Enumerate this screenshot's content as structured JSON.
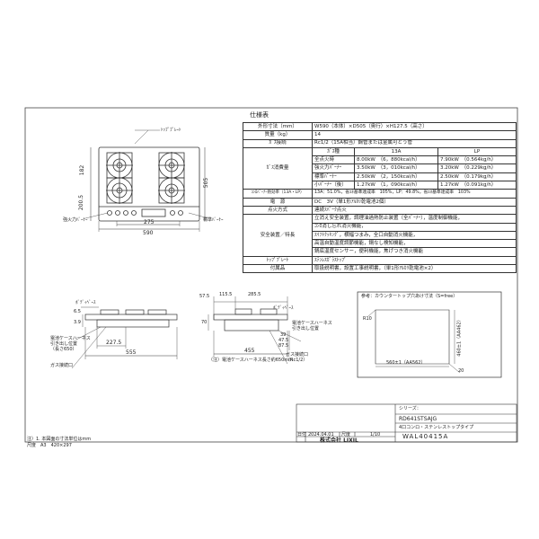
{
  "spec": {
    "title": "仕様表",
    "rows": {
      "dimensions": {
        "label": "外形寸法（mm）",
        "value": "W590（本体）×D505（奥行）×H127.5（高さ）"
      },
      "weight": {
        "label": "質量（kg）",
        "value": "14"
      },
      "gas_connection": {
        "label": "ｶﾞｽ接続",
        "value": "Rc1/2（15A相当）鋼管または金属可とう管"
      },
      "gas_type_label": "ｶﾞｽ種",
      "gas_13a": "13A",
      "gas_lp": "LP",
      "consumption_label": "ｶﾞｽ消費量",
      "consumption": [
        {
          "label": "全点火時",
          "a13": "8.00kW　（6，880kcal/h）",
          "lp": "7.90kW　（0.564kg/h）"
        },
        {
          "label": "強火力ﾊﾞｰﾅｰ",
          "a13": "3.50kW　（3，010kcal/h）",
          "lp": "3.20kW　（0.229kg/h）"
        },
        {
          "label": "標準ﾊﾞｰﾅｰ",
          "a13": "2.50kW　（2，150kcal/h）",
          "lp": "2.50kW　（0.179kg/h）"
        },
        {
          "label": "小ﾊﾞｰﾅｰ（後）",
          "a13": "1.27kW　（1，090kcal/h）",
          "lp": "1.27kW　（0.091kg/h）"
        }
      ],
      "efficiency": {
        "label": "ｺﾝﾛﾊﾞｰﾅｰ熱効率（13A・LP）",
        "value": "13A：51.0%，省ｴﾈ基準達成率　105%，LP：49.8%，省ｴﾈ基準達成率　103%"
      },
      "power": {
        "label": "電　源",
        "value": "DC　3V（単1形ｱﾙｶﾘ乾電池2個）"
      },
      "ignition": {
        "label": "点火方式",
        "value": "連続ｽﾊﾟｰｸ点火"
      },
      "safety": {
        "label": "安全装置／特長",
        "lines": [
          "立消え安全装置，調理油過熱防止装置（全ﾊﾞｰﾅｰ），温度制御機能，",
          "ｺﾝﾛ消し忘れ消火機能，",
          "ｽｲﾌﾄｸｯｷﾝｸﾞ，横幅つまみ，全口自動消火機能，",
          "高温自動温度調節機能，鍋なし検知機能，",
          "鍋底温度センサー，便利機能，焦げつき消火機能"
        ]
      },
      "trivet": {
        "label": "ﾄｯﾌﾟﾌﾟﾚｰﾄ",
        "value": "ｽﾃﾝﾚｽｶﾞﾗｽﾄｯﾌﾟ"
      },
      "accessories": {
        "label": "付属品",
        "value": "取扱説明書，設置工事説明書，（単1形ｱﾙｶﾘ乾電池×2）"
      }
    }
  },
  "plan_view": {
    "dim_top_plate": "ﾄｯﾌﾟﾌﾟﾚｰﾄ",
    "dim_182": "182",
    "dim_200_5": "200.5",
    "dim_505": "505",
    "dim_275": "275",
    "dim_590": "590",
    "label_strong": "強火力ﾊﾞｰﾅｰ",
    "label_standard": "標準ﾊﾞｰﾅｰ"
  },
  "front_view": {
    "label_left_top": "ﾎﾞﾃﾞｨﾍﾞｰｽ",
    "dim_6_5": "6.5",
    "dim_3_9": "3.9",
    "dim_227_5": "227.5",
    "dim_555": "555",
    "battery_harness": "電池ケースハーネス",
    "harness_pull": "引き出し位置",
    "harness_len": "（長さ650）",
    "gas_conn_pos": "ガス接続口"
  },
  "side_view": {
    "dim_57_5": "57.5",
    "dim_115_5": "115.5",
    "dim_285_5": "285.5",
    "dim_70": "70",
    "dim_39": "39",
    "dim_47_5": "47.5",
    "dim_87_5": "87.5",
    "dim_455": "455",
    "label_top": "ﾎﾞﾃﾞｨﾍﾞｰｽ",
    "harness1": "電池ケースハーネス",
    "harness2": "引き出し位置",
    "gas_conn": "ガス接続口",
    "gas_rc": "（Rc1/2）",
    "note": "（注）電池ケースハーネス長さ約650mm"
  },
  "reference": {
    "title": "参考：カウンタートップ穴あけ寸法（S=free）",
    "dim_560": "560±1（AA562）",
    "dim_460": "460±1（AA462）",
    "dim_r": "R10",
    "dim_20": "20"
  },
  "notes": {
    "note1": "注）1. 本図面の寸法単位はmm",
    "note2": "尺度　A3　420×297"
  },
  "title_block": {
    "series_label": "シリーズ：",
    "model": "RD641STSAJG",
    "description": "4口コンロ・ステンレストップタイプ",
    "drawing_no": "WAL40415A",
    "date_label": "日付",
    "date": "2024.04.01",
    "scale_label": "尺度",
    "scale": "1/10",
    "company": "株式会社 LIXIL"
  }
}
